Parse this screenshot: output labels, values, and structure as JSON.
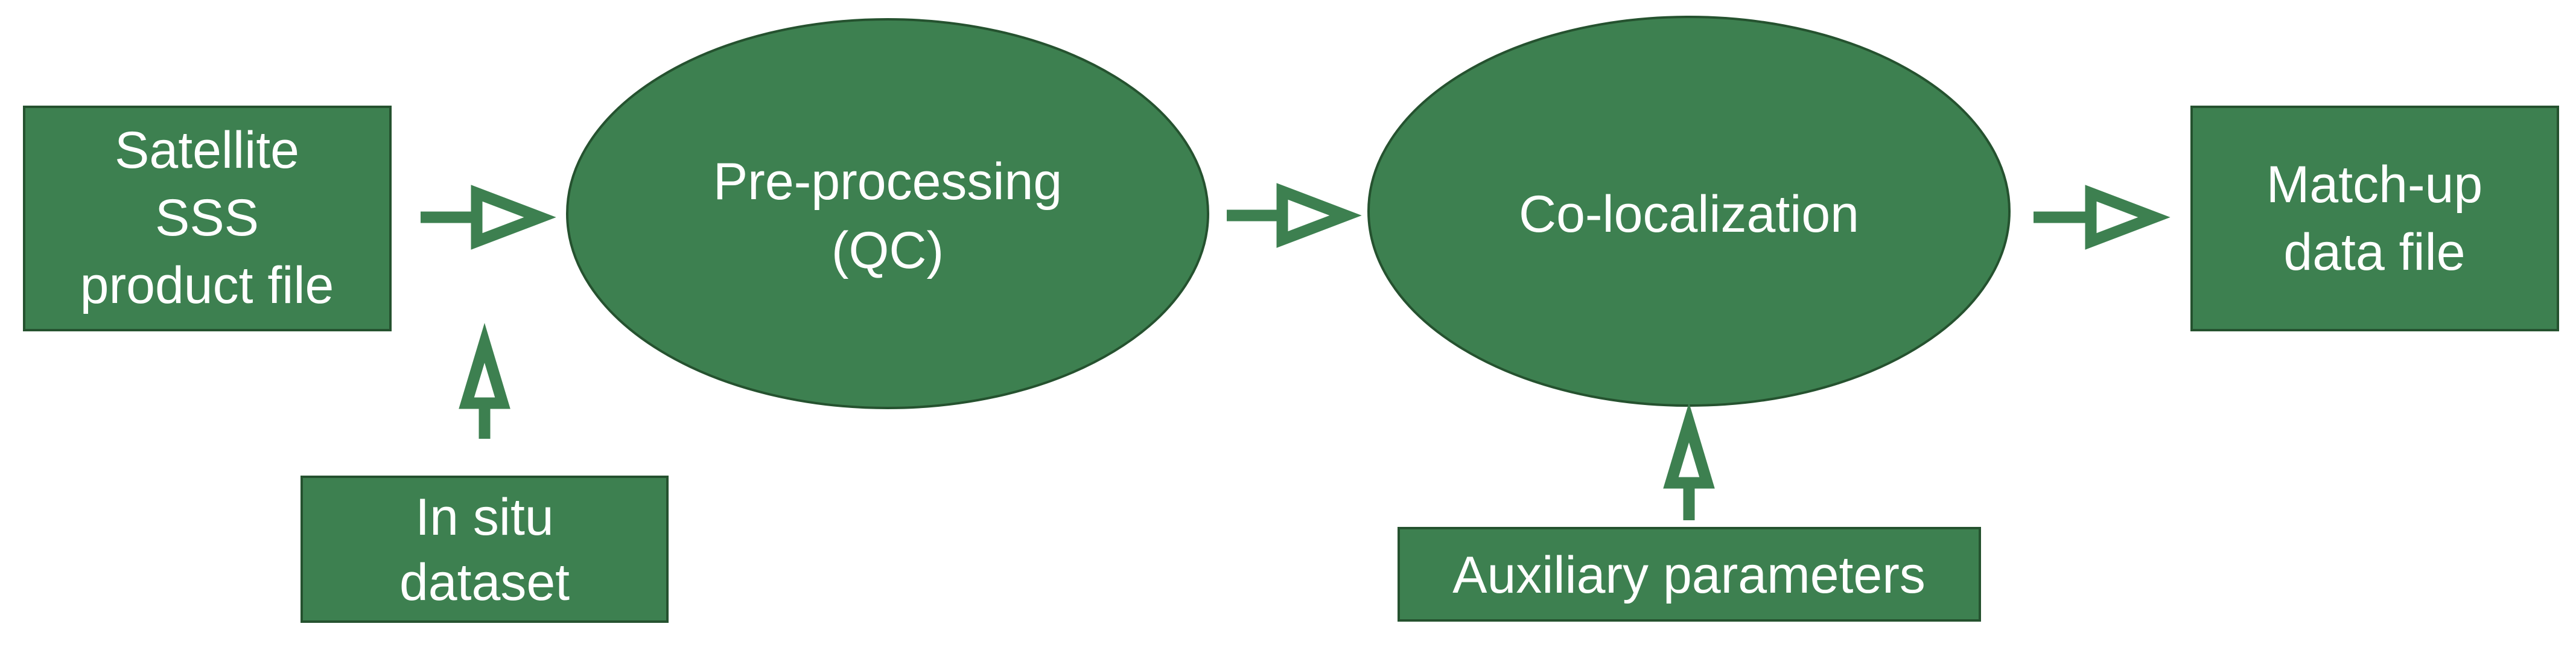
{
  "colors": {
    "node_fill": "#3d8050",
    "node_border": "#25522f",
    "arrow": "#3d8050",
    "text": "#ffffff",
    "background": "#ffffff"
  },
  "nodes": {
    "satellite_file": {
      "shape": "rectangle",
      "lines": [
        "Satellite",
        "SSS",
        "product file"
      ]
    },
    "in_situ": {
      "shape": "rectangle",
      "lines": [
        "In situ",
        "dataset"
      ]
    },
    "preprocessing": {
      "shape": "ellipse",
      "lines": [
        "Pre-processing",
        "(QC)"
      ]
    },
    "colocalization": {
      "shape": "ellipse",
      "lines": [
        "Co-localization"
      ]
    },
    "auxiliary": {
      "shape": "rectangle",
      "lines": [
        "Auxiliary parameters"
      ]
    },
    "matchup_file": {
      "shape": "rectangle",
      "lines": [
        "Match-up",
        "data file"
      ]
    }
  },
  "edges": [
    {
      "from": "satellite_file",
      "to": "preprocessing"
    },
    {
      "from": "in_situ",
      "to": "preprocessing"
    },
    {
      "from": "preprocessing",
      "to": "colocalization"
    },
    {
      "from": "auxiliary",
      "to": "colocalization"
    },
    {
      "from": "colocalization",
      "to": "matchup_file"
    }
  ]
}
